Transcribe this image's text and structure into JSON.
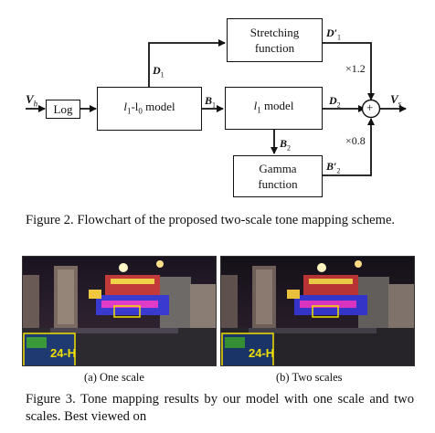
{
  "flowchart": {
    "input_label": "V",
    "input_sub": "h",
    "output_label": "V",
    "output_sub": "s",
    "log_box": "Log",
    "l1l0_box_pre": "l",
    "l1l0_box_mid": "-l",
    "l1l0_box_post": " model",
    "l1l0_sub1": "1",
    "l1l0_sub2": "0",
    "stretch_box": "Stretching function",
    "l1_box_pre": "l",
    "l1_box_sub": "1",
    "l1_box_post": " model",
    "gamma_box": "Gamma function",
    "d1": "D",
    "d1_sub": "1",
    "b1": "B",
    "b1_sub": "1",
    "d2": "D",
    "d2_sub": "2",
    "b2": "B",
    "b2_sub": "2",
    "d1p": "D",
    "d1p_sub": "1",
    "b2p": "B",
    "b2p_sub": "2",
    "prime": "′",
    "mult_top": "×1.2",
    "mult_bottom": "×0.8",
    "plus": "+"
  },
  "captions": {
    "fig2": "Figure 2. Flowchart of the proposed two-scale tone mapping scheme.",
    "fig3": "Figure 3. Tone mapping results by our model with one scale and two scales. Best viewed on"
  },
  "images": {
    "a_caption": "(a) One scale",
    "b_caption": "(b) Two scales",
    "inset_text": "24-H"
  }
}
